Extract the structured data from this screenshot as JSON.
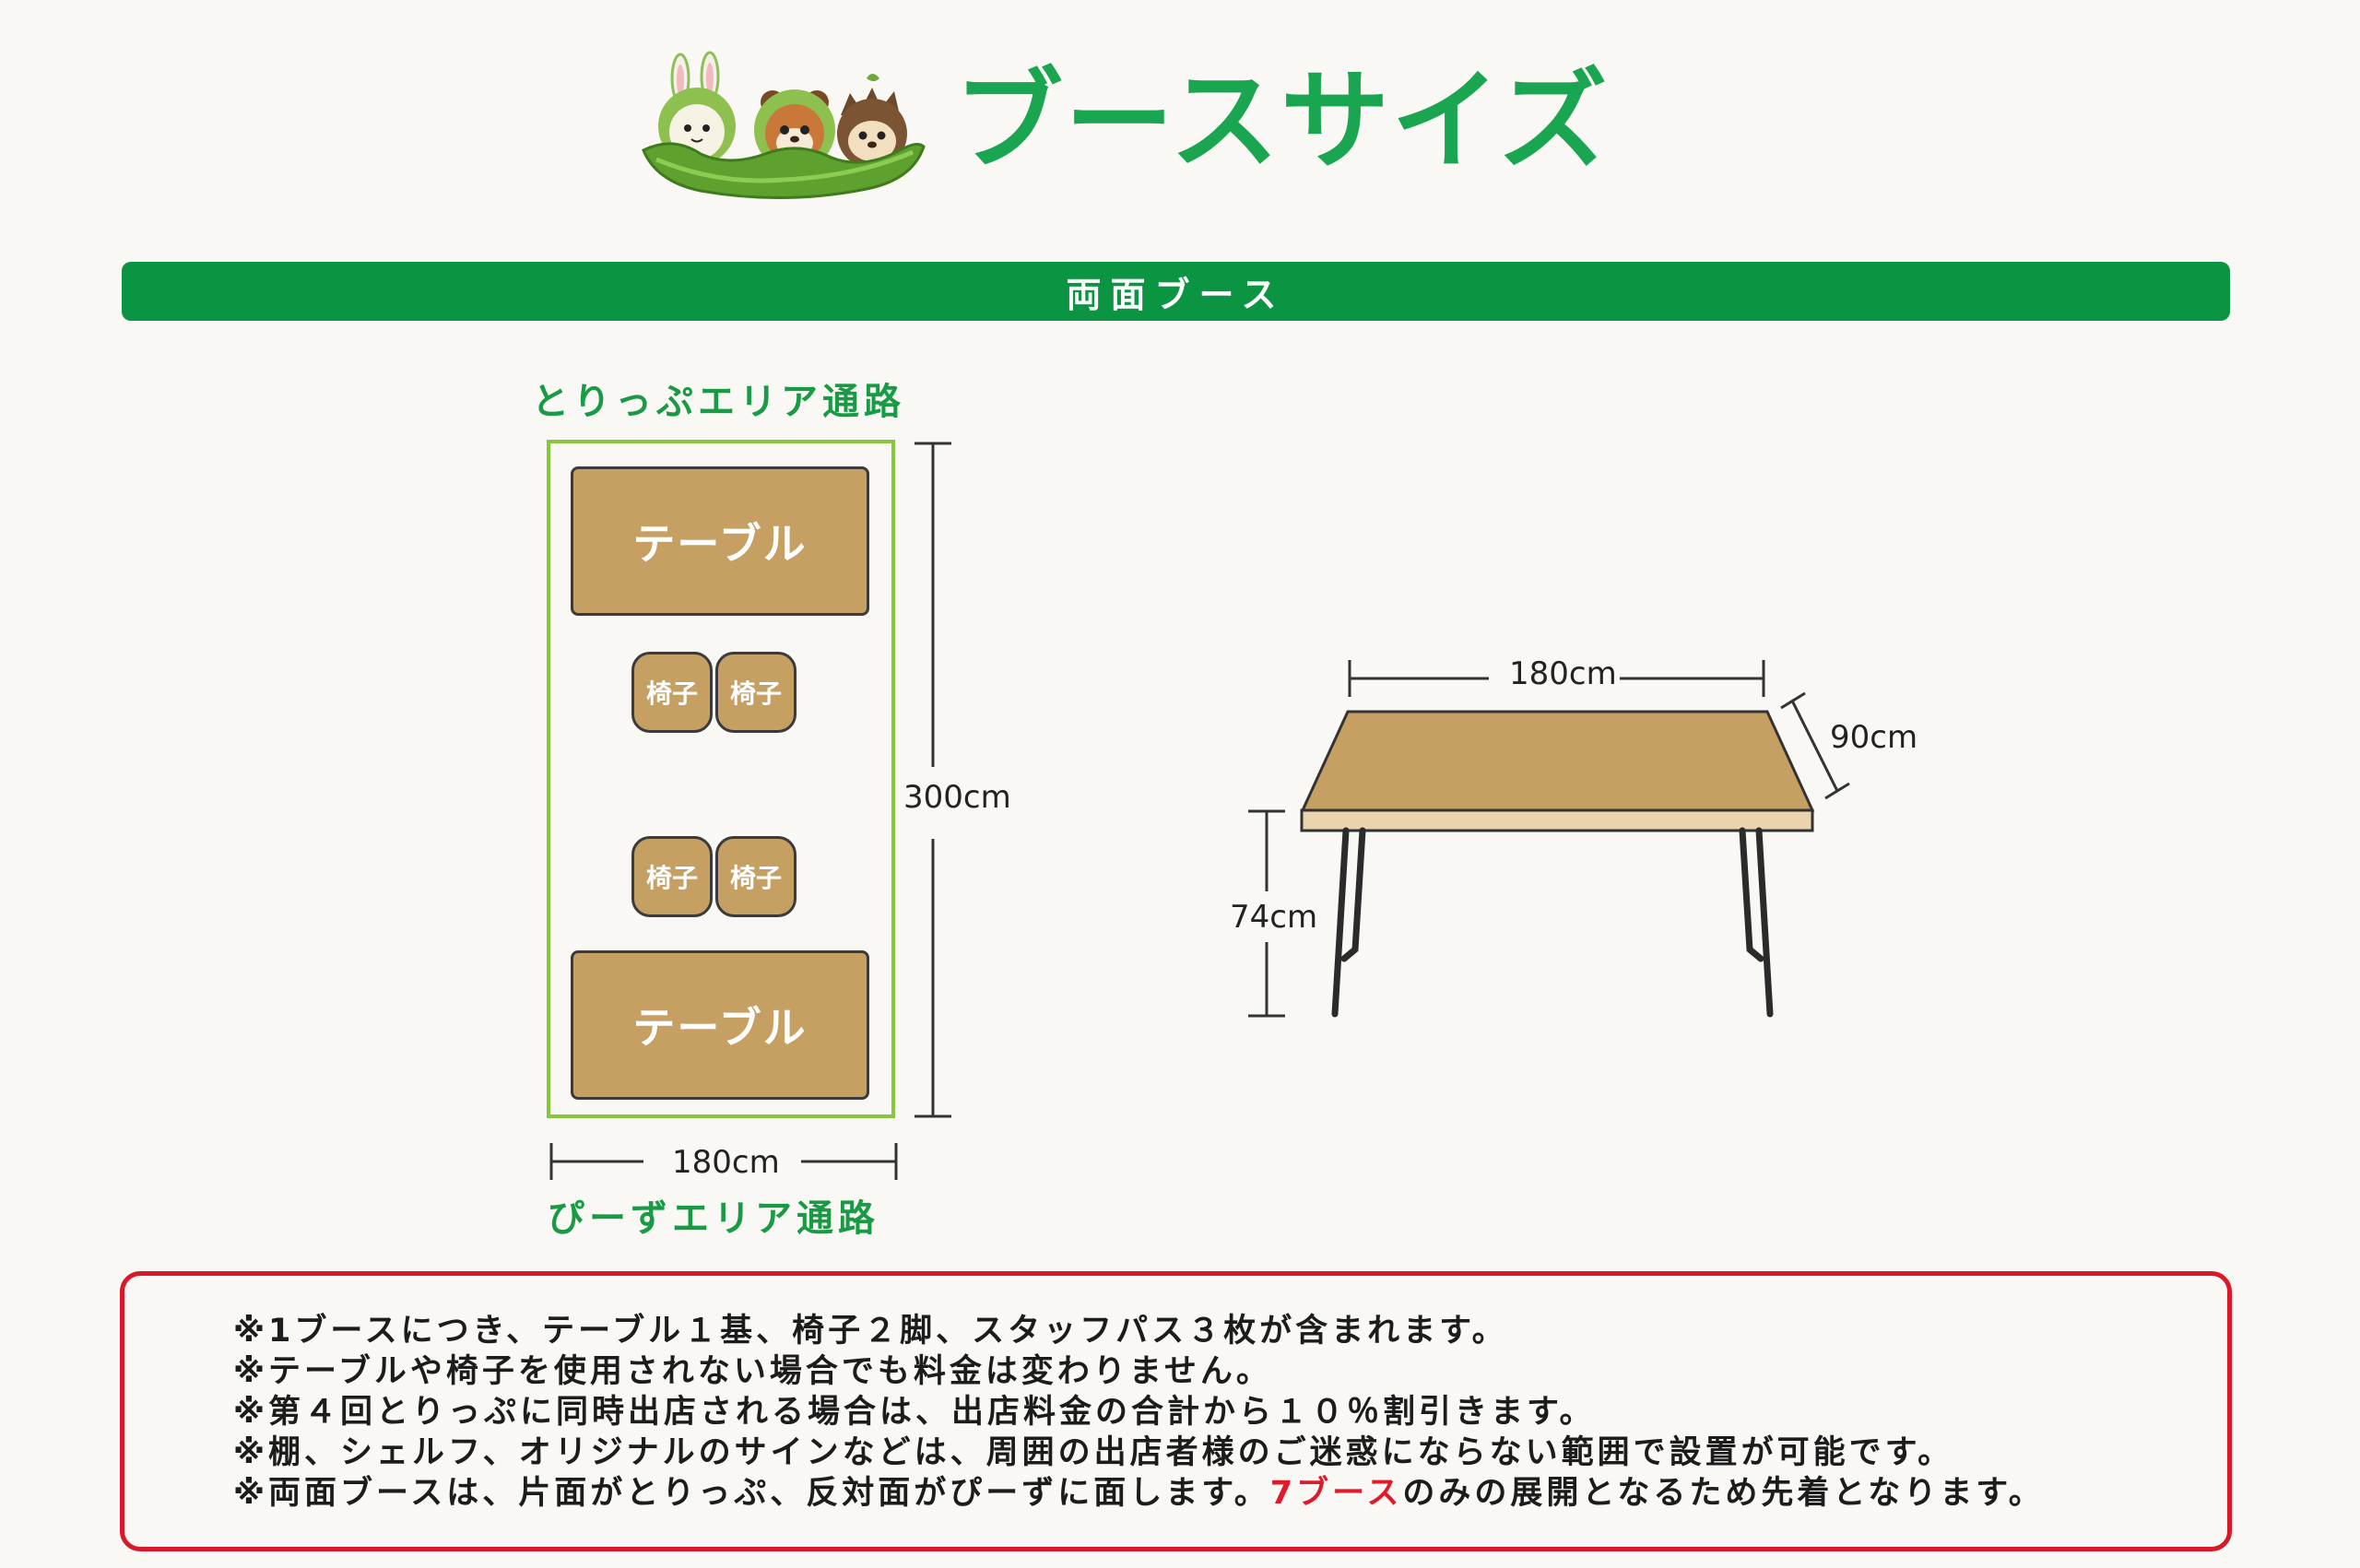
{
  "header": {
    "title": "ブースサイズ"
  },
  "section": {
    "title": "両面ブース"
  },
  "plan": {
    "aisle_top": "とりっぷエリア通路",
    "aisle_bottom": "ぴーずエリア通路",
    "table_label_1": "テーブル",
    "table_label_2": "テーブル",
    "chairs": [
      "椅子",
      "椅子",
      "椅子",
      "椅子"
    ],
    "width_label": "180cm",
    "depth_label": "300cm"
  },
  "table_3d": {
    "width_label": "180cm",
    "depth_label": "90cm",
    "height_label": "74cm"
  },
  "notes": {
    "line1": "※1ブースにつき、テーブル１基、椅子２脚、スタッフパス３枚が含まれます。",
    "line2": "※テーブルや椅子を使用されない場合でも料金は変わりません。",
    "line3": "※第４回とりっぷに同時出店される場合は、出店料金の合計から１０％割引きます。",
    "line4": "※棚、シェルフ、オリジナルのサインなどは、周囲の出店者様のご迷惑にならない範囲で設置が可能です。",
    "line5_prefix": "※両面ブースは、片面がとりっぷ、反対面がぴーずに面します。",
    "line5_highlight": "7ブース",
    "line5_suffix": "のみの展開となるため先着となります。"
  },
  "colors": {
    "brand_green": "#1aa650",
    "bar_green": "#0b9442",
    "outline_green": "#86c73d",
    "table_brown": "#c69f63",
    "alert_red": "#d9182a"
  },
  "icons": [
    "bean-pod-mascot-logo"
  ]
}
